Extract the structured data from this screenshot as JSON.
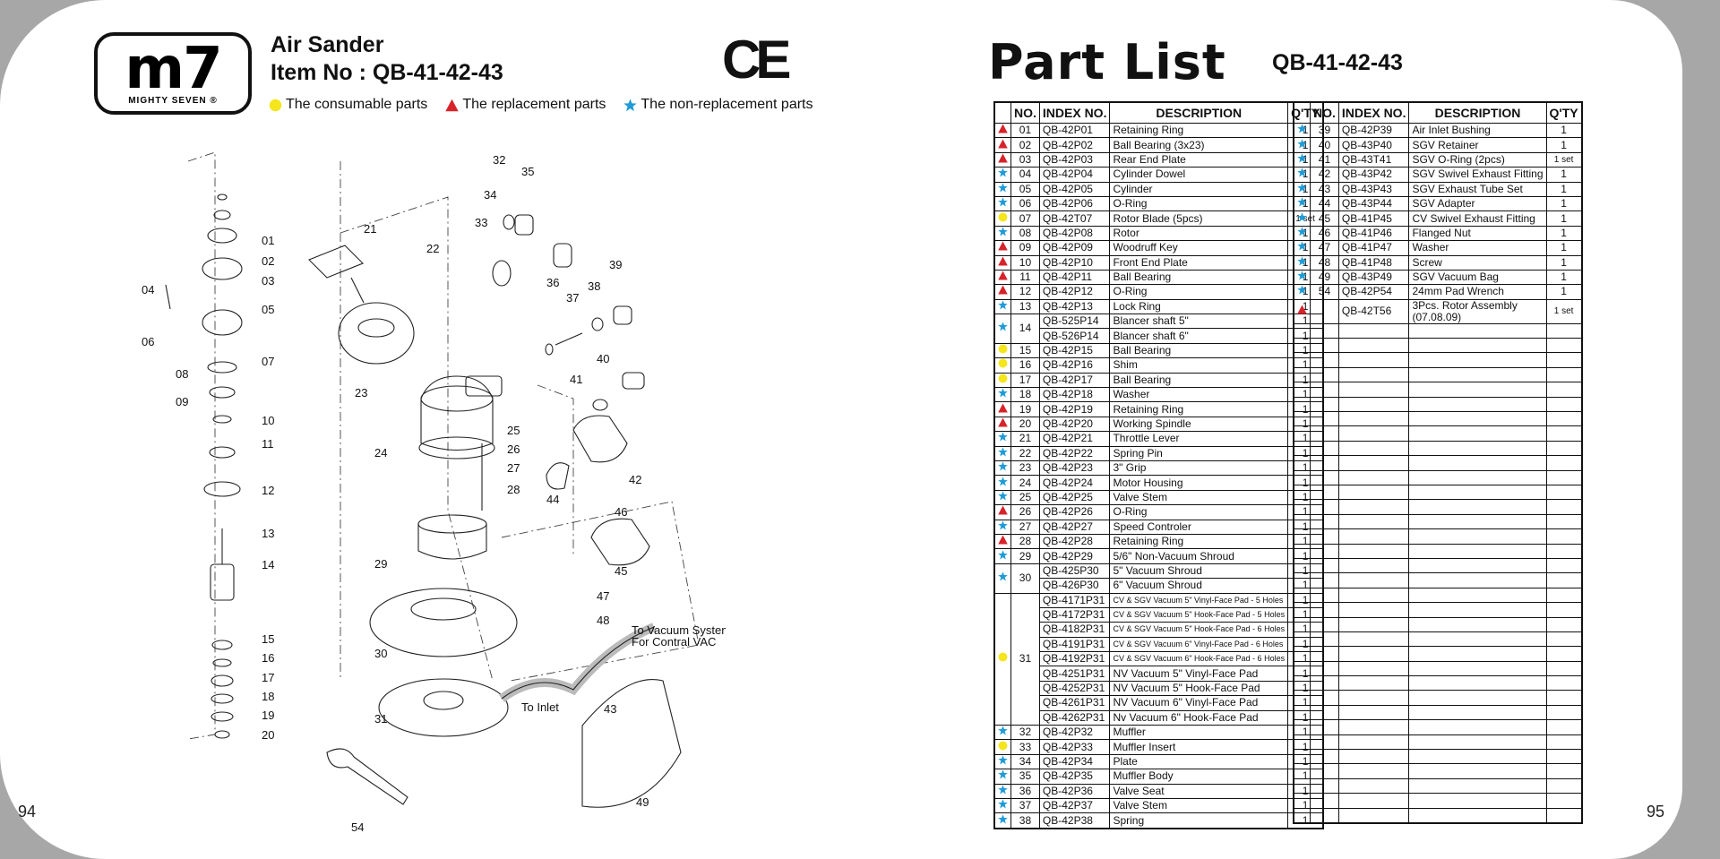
{
  "page_left": "94",
  "page_right": "95",
  "logo": {
    "mark": "m7",
    "sub": "MIGHTY SEVEN ®"
  },
  "product": {
    "title": "Air Sander",
    "item": "Item No : QB-41-42-43"
  },
  "ce_mark": "CE",
  "legend": [
    {
      "label": "The consumable parts",
      "icon": "circle",
      "color": "#f5e51b"
    },
    {
      "label": "The replacement parts",
      "icon": "triangle",
      "color": "#d7232a"
    },
    {
      "label": "The non-replacement parts",
      "icon": "star",
      "color": "#1f9bd7"
    }
  ],
  "list_title": "Part List",
  "list_model": "QB-41-42-43",
  "headers": [
    "NO.",
    "INDEX NO.",
    "DESCRIPTION",
    "Q'TY"
  ],
  "left_rows": [
    {
      "m": "triangle",
      "no": "01",
      "idx": "QB-42P01",
      "desc": "Retaining Ring",
      "qty": "1"
    },
    {
      "m": "triangle",
      "no": "02",
      "idx": "QB-42P02",
      "desc": "Ball Bearing (3x23)",
      "qty": "1"
    },
    {
      "m": "triangle",
      "no": "03",
      "idx": "QB-42P03",
      "desc": "Rear End Plate",
      "qty": "1"
    },
    {
      "m": "star",
      "no": "04",
      "idx": "QB-42P04",
      "desc": "Cylinder Dowel",
      "qty": "1"
    },
    {
      "m": "star",
      "no": "05",
      "idx": "QB-42P05",
      "desc": "Cylinder",
      "qty": "1"
    },
    {
      "m": "star",
      "no": "06",
      "idx": "QB-42P06",
      "desc": "O-Ring",
      "qty": "1"
    },
    {
      "m": "circle",
      "no": "07",
      "idx": "QB-42T07",
      "desc": "Rotor Blade (5pcs)",
      "qty": "1 set"
    },
    {
      "m": "star",
      "no": "08",
      "idx": "QB-42P08",
      "desc": "Rotor",
      "qty": "1"
    },
    {
      "m": "triangle",
      "no": "09",
      "idx": "QB-42P09",
      "desc": "Woodruff Key",
      "qty": "1"
    },
    {
      "m": "triangle",
      "no": "10",
      "idx": "QB-42P10",
      "desc": "Front End Plate",
      "qty": "1"
    },
    {
      "m": "triangle",
      "no": "11",
      "idx": "QB-42P11",
      "desc": "Ball Bearing",
      "qty": "1"
    },
    {
      "m": "triangle",
      "no": "12",
      "idx": "QB-42P12",
      "desc": "O-Ring",
      "qty": "1"
    },
    {
      "m": "star",
      "no": "13",
      "idx": "QB-42P13",
      "desc": "Lock Ring",
      "qty": "1"
    },
    {
      "m": "star",
      "no": "14",
      "idx": "QB-525P14",
      "desc": "Blancer shaft 5\"",
      "qty": "1",
      "span": 2
    },
    {
      "idx": "QB-526P14",
      "desc": "Blancer shaft 6\"",
      "qty": "1"
    },
    {
      "m": "circle",
      "no": "15",
      "idx": "QB-42P15",
      "desc": "Ball Bearing",
      "qty": "1"
    },
    {
      "m": "circle",
      "no": "16",
      "idx": "QB-42P16",
      "desc": "Shim",
      "qty": "1"
    },
    {
      "m": "circle",
      "no": "17",
      "idx": "QB-42P17",
      "desc": "Ball Bearing",
      "qty": "1"
    },
    {
      "m": "star",
      "no": "18",
      "idx": "QB-42P18",
      "desc": "Washer",
      "qty": "1"
    },
    {
      "m": "triangle",
      "no": "19",
      "idx": "QB-42P19",
      "desc": "Retaining Ring",
      "qty": "1"
    },
    {
      "m": "triangle",
      "no": "20",
      "idx": "QB-42P20",
      "desc": "Working Spindle",
      "qty": "1"
    },
    {
      "m": "star",
      "no": "21",
      "idx": "QB-42P21",
      "desc": "Throttle  Lever",
      "qty": "1"
    },
    {
      "m": "star",
      "no": "22",
      "idx": "QB-42P22",
      "desc": "Spring Pin",
      "qty": "1"
    },
    {
      "m": "star",
      "no": "23",
      "idx": "QB-42P23",
      "desc": "3\" Grip",
      "qty": "1"
    },
    {
      "m": "star",
      "no": "24",
      "idx": "QB-42P24",
      "desc": "Motor Housing",
      "qty": "1"
    },
    {
      "m": "star",
      "no": "25",
      "idx": "QB-42P25",
      "desc": "Valve Stem",
      "qty": "1"
    },
    {
      "m": "triangle",
      "no": "26",
      "idx": "QB-42P26",
      "desc": "O-Ring",
      "qty": "1"
    },
    {
      "m": "star",
      "no": "27",
      "idx": "QB-42P27",
      "desc": "Speed Controler",
      "qty": "1"
    },
    {
      "m": "triangle",
      "no": "28",
      "idx": "QB-42P28",
      "desc": "Retaining Ring",
      "qty": "1"
    },
    {
      "m": "star",
      "no": "29",
      "idx": "QB-42P29",
      "desc": "5/6\" Non-Vacuum Shroud",
      "qty": "1"
    },
    {
      "m": "star",
      "no": "30",
      "idx": "QB-425P30",
      "desc": "5\"  Vacuum Shroud",
      "qty": "1",
      "span": 2
    },
    {
      "idx": "QB-426P30",
      "desc": "6\" Vacuum Shroud",
      "qty": "1"
    },
    {
      "m": "circle",
      "no": "31",
      "idx": "QB-4171P31",
      "desc": "CV & SGV Vacuum 5\" Vinyl-Face Pad - 5 Holes",
      "qty": "1",
      "span": 9,
      "small": true
    },
    {
      "idx": "QB-4172P31",
      "desc": "CV & SGV Vacuum 5\" Hook-Face Pad - 5 Holes",
      "qty": "1",
      "small": true
    },
    {
      "idx": "QB-4182P31",
      "desc": "CV & SGV Vacuum 5\" Hook-Face Pad - 6 Holes",
      "qty": "1",
      "small": true
    },
    {
      "idx": "QB-4191P31",
      "desc": "CV & SGV Vacuum 6\" Vinyl-Face Pad - 6 Holes",
      "qty": "1",
      "small": true
    },
    {
      "idx": "QB-4192P31",
      "desc": "CV & SGV Vacuum 6\" Hook-Face Pad - 6 Holes",
      "qty": "1",
      "small": true
    },
    {
      "idx": "QB-4251P31",
      "desc": "NV Vacuum 5\" Vinyl-Face Pad",
      "qty": "1"
    },
    {
      "idx": "QB-4252P31",
      "desc": "NV Vacuum 5\" Hook-Face Pad",
      "qty": "1"
    },
    {
      "idx": "QB-4261P31",
      "desc": "NV Vacuum 6\" Vinyl-Face Pad",
      "qty": "1"
    },
    {
      "idx": "QB-4262P31",
      "desc": "Nv Vacuum 6\" Hook-Face Pad",
      "qty": "1"
    },
    {
      "m": "star",
      "no": "32",
      "idx": "QB-42P32",
      "desc": "Muffler",
      "qty": "1"
    },
    {
      "m": "circle",
      "no": "33",
      "idx": "QB-42P33",
      "desc": "Muffler Insert",
      "qty": "1"
    },
    {
      "m": "star",
      "no": "34",
      "idx": "QB-42P34",
      "desc": "Plate",
      "qty": "1"
    },
    {
      "m": "star",
      "no": "35",
      "idx": "QB-42P35",
      "desc": "Muffler Body",
      "qty": "1"
    },
    {
      "m": "star",
      "no": "36",
      "idx": "QB-42P36",
      "desc": "Valve Seat",
      "qty": "1"
    },
    {
      "m": "star",
      "no": "37",
      "idx": "QB-42P37",
      "desc": "Valve Stem",
      "qty": "1"
    },
    {
      "m": "star",
      "no": "38",
      "idx": "QB-42P38",
      "desc": "Spring",
      "qty": "1"
    }
  ],
  "right_rows": [
    {
      "m": "star",
      "no": "39",
      "idx": "QB-42P39",
      "desc": "Air Inlet Bushing",
      "qty": "1"
    },
    {
      "m": "star",
      "no": "40",
      "idx": "QB-43P40",
      "desc": "SGV Retainer",
      "qty": "1"
    },
    {
      "m": "star",
      "no": "41",
      "idx": "QB-43T41",
      "desc": "SGV O-Ring (2pcs)",
      "qty": "1 set"
    },
    {
      "m": "star",
      "no": "42",
      "idx": "QB-43P42",
      "desc": "SGV Swivel Exhaust Fitting",
      "qty": "1"
    },
    {
      "m": "star",
      "no": "43",
      "idx": "QB-43P43",
      "desc": "SGV Exhaust Tube Set",
      "qty": "1"
    },
    {
      "m": "star",
      "no": "44",
      "idx": "QB-43P44",
      "desc": "SGV Adapter",
      "qty": "1"
    },
    {
      "m": "star",
      "no": "45",
      "idx": "QB-41P45",
      "desc": "CV Swivel Exhaust Fitting",
      "qty": "1"
    },
    {
      "m": "star",
      "no": "46",
      "idx": "QB-41P46",
      "desc": "Flanged Nut",
      "qty": "1"
    },
    {
      "m": "star",
      "no": "47",
      "idx": "QB-41P47",
      "desc": "Washer",
      "qty": "1"
    },
    {
      "m": "star",
      "no": "48",
      "idx": "QB-41P48",
      "desc": "Screw",
      "qty": "1"
    },
    {
      "m": "star",
      "no": "49",
      "idx": "QB-43P49",
      "desc": "SGV Vacuum Bag",
      "qty": "1"
    },
    {
      "m": "star",
      "no": "54",
      "idx": "QB-42P54",
      "desc": "24mm Pad Wrench",
      "qty": "1"
    },
    {
      "m": "triangle",
      "no": "",
      "idx": "QB-42T56",
      "desc": "3Pcs. Rotor Assembly\n(07.08.09)",
      "qty": "1 set",
      "tall": true
    }
  ],
  "diagram_callouts": [
    "01",
    "02",
    "03",
    "04",
    "05",
    "06",
    "07",
    "08",
    "09",
    "10",
    "11",
    "12",
    "13",
    "14",
    "15",
    "16",
    "17",
    "18",
    "19",
    "20",
    "21",
    "22",
    "23",
    "24",
    "25",
    "26",
    "27",
    "28",
    "29",
    "30",
    "31",
    "32",
    "33",
    "34",
    "35",
    "36",
    "37",
    "38",
    "39",
    "40",
    "41",
    "42",
    "43",
    "44",
    "45",
    "46",
    "47",
    "48",
    "49",
    "54"
  ],
  "diagram_notes": {
    "inlet": "To Inlet",
    "vacuum": "To Vacuum System\nFor Contral VAC"
  }
}
